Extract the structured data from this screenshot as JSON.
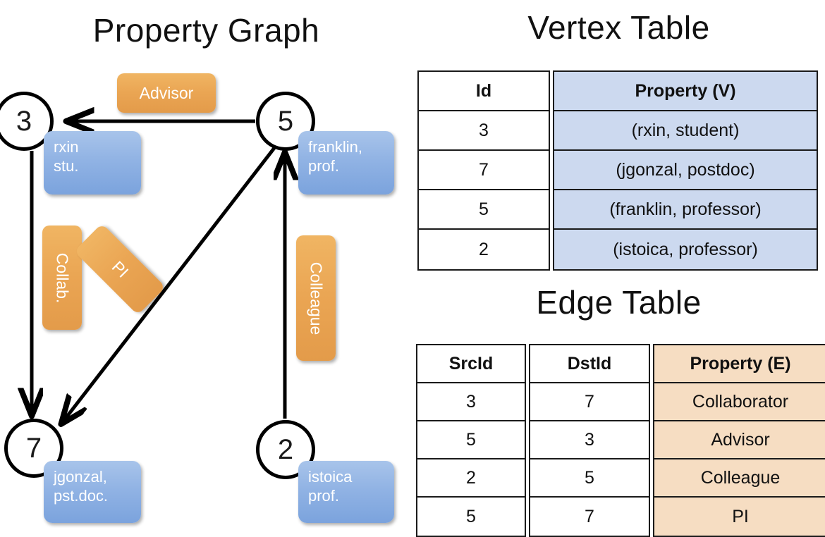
{
  "titles": {
    "property_graph": "Property Graph",
    "vertex_table": "Vertex Table",
    "edge_table": "Edge Table"
  },
  "graph": {
    "vertices": [
      {
        "id": "3",
        "property_lines": [
          "rxin",
          "stu."
        ]
      },
      {
        "id": "5",
        "property_lines": [
          "franklin,",
          "prof."
        ]
      },
      {
        "id": "7",
        "property_lines": [
          "jgonzal,",
          "pst.doc."
        ]
      },
      {
        "id": "2",
        "property_lines": [
          "istoica",
          "prof."
        ]
      }
    ],
    "vertex_labels": {
      "v3": "3",
      "v5": "5",
      "v7": "7",
      "v2": "2"
    },
    "property_bubbles": {
      "rxin_line1": "rxin",
      "rxin_line2": "stu.",
      "franklin_line1": "franklin,",
      "franklin_line2": "prof.",
      "jgonzal_line1": "jgonzal,",
      "jgonzal_line2": "pst.doc.",
      "istoica_line1": "istoica",
      "istoica_line2": "prof."
    },
    "edge_labels": {
      "advisor": "Advisor",
      "collab": "Collab.",
      "pi": "PI",
      "colleague": "Colleague"
    },
    "edges": [
      {
        "from": "5",
        "to": "3",
        "label": "Advisor"
      },
      {
        "from": "3",
        "to": "7",
        "label": "Collab."
      },
      {
        "from": "5",
        "to": "7",
        "label": "PI"
      },
      {
        "from": "2",
        "to": "5",
        "label": "Colleague"
      }
    ]
  },
  "vertex_table": {
    "headers": [
      "Id",
      "Property (V)"
    ],
    "rows": [
      {
        "id": "3",
        "property": "(rxin, student)"
      },
      {
        "id": "7",
        "property": "(jgonzal, postdoc)"
      },
      {
        "id": "5",
        "property": "(franklin, professor)"
      },
      {
        "id": "2",
        "property": "(istoica, professor)"
      }
    ]
  },
  "edge_table": {
    "headers": [
      "SrcId",
      "DstId",
      "Property (E)"
    ],
    "rows": [
      {
        "src": "3",
        "dst": "7",
        "property": "Collaborator"
      },
      {
        "src": "5",
        "dst": "3",
        "property": "Advisor"
      },
      {
        "src": "2",
        "dst": "5",
        "property": "Colleague"
      },
      {
        "src": "5",
        "dst": "7",
        "property": "PI"
      }
    ]
  },
  "colors": {
    "vertex_property_blue": "#91b3e4",
    "edge_label_orange": "#eaa553",
    "vertex_table_header_fill": "#ccd9ef",
    "edge_table_header_fill": "#f6ddc2",
    "stroke": "#000000"
  }
}
